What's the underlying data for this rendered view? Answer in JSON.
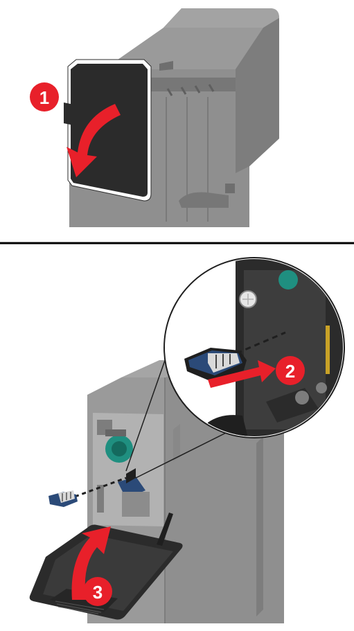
{
  "steps": [
    {
      "number": "1",
      "action": "open-finisher-front-door"
    },
    {
      "number": "2",
      "action": "insert-staple-cartridge-holder"
    },
    {
      "number": "3",
      "action": "close-finisher-front-door"
    }
  ],
  "colors": {
    "callout_red": "#e8202a",
    "callout_text": "#ffffff",
    "printer_body": "#8f8f8f",
    "printer_shadow": "#7a7a7a",
    "door_dark": "#2b2b2b",
    "divider": "#000000",
    "cartridge_blue": "#2b4a78",
    "knob_teal": "#1f8f80"
  },
  "icons": [
    "curved-arrow-down",
    "curved-arrow-up",
    "straight-arrow",
    "magnifier-circle"
  ]
}
